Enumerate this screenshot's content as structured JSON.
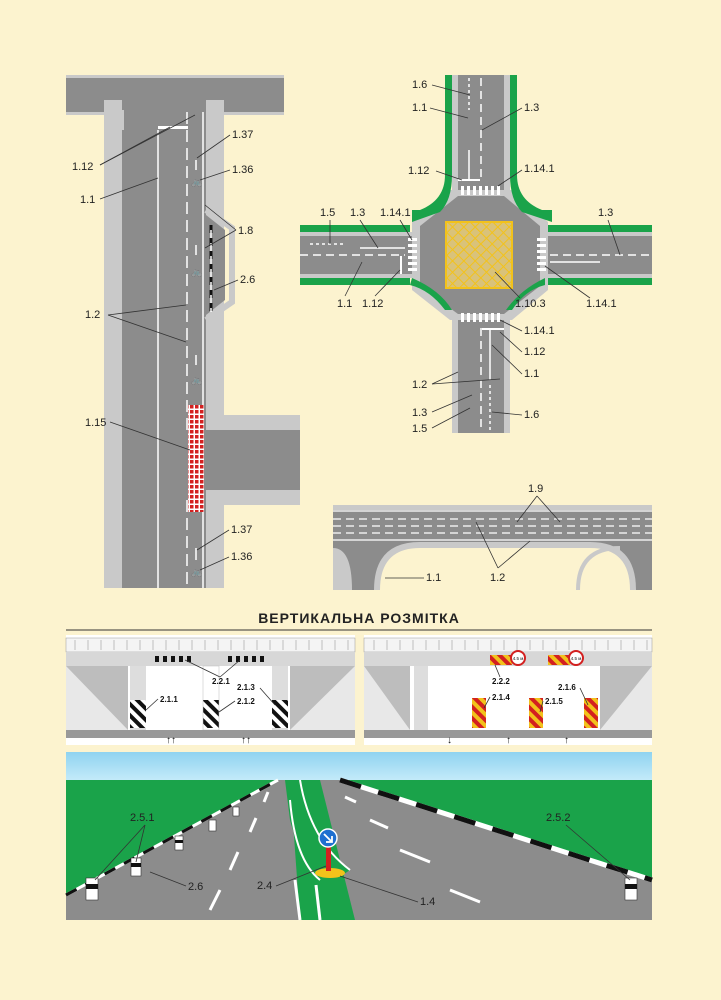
{
  "section_title": "ВЕРТИКАЛЬНА РОЗМІТКА",
  "panel_road": {
    "labels": [
      "1.12",
      "1.1",
      "1.37",
      "1.36",
      "1.8",
      "2.6",
      "1.2",
      "1.15",
      "1.37",
      "1.36"
    ]
  },
  "panel_intersection": {
    "labels": [
      "1.6",
      "1.1",
      "1.3",
      "1.12",
      "1.14.1",
      "1.5",
      "1.3",
      "1.14.1",
      "1.3",
      "1.1",
      "1.12",
      "1.10.3",
      "1.14.1",
      "1.14.1",
      "1.12",
      "1.1",
      "1.2",
      "1.3",
      "1.5",
      "1.6"
    ]
  },
  "panel_overpass": {
    "labels": [
      "1.9",
      "1.1",
      "1.2"
    ]
  },
  "panel_bridge_left": {
    "labels": [
      "2.2.1",
      "2.1.1",
      "2.1.3",
      "2.1.2"
    ]
  },
  "panel_bridge_right": {
    "labels": [
      "2.2.2",
      "2.1.4",
      "2.1.6",
      "2.1.5"
    ],
    "sign_text": "4.5 м"
  },
  "panel_perspective": {
    "labels": [
      "2.5.1",
      "2.6",
      "2.4",
      "1.4",
      "2.5.2"
    ]
  },
  "colors": {
    "background": "#fcf3cf",
    "road": "#8c8c8c",
    "curb": "#c9c9c9",
    "grass": "#1aa34a",
    "red_marking": "#d32020",
    "yellow_box": "#f2c21b",
    "sky": "#8fd3f0"
  }
}
